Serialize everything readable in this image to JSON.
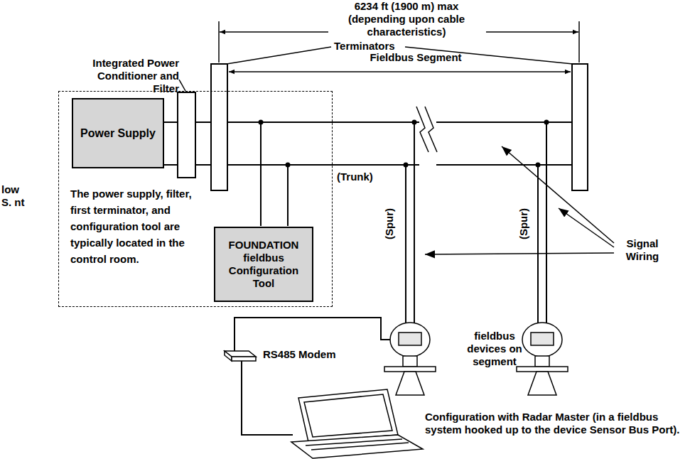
{
  "diagram": {
    "nodes": [
      {
        "text": [
          "The power supply, filter, first terminator, and configuration tool are typically located in the control room."
        ]
      },
      {
        "text": [
          "Power Supply"
        ],
        "in": 0
      },
      {
        "text": [
          "FOUNDATION fieldbus Configuration Tool"
        ],
        "in": 0
      }
    ],
    "labels": [
      "6234 ft (1900 m) max (depending upon cable characteristics)",
      "Integrated Power Conditioner and Filter",
      "Terminators",
      "Fieldbus Segment",
      "(Trunk)",
      "(Spur)",
      "(Spur)",
      "Signal Wiring",
      "fieldbus devices on segment",
      "RS485 Modem",
      "Configuration with Radar Master (in a fieldbus system hooked up to the device Sensor Bus Port).",
      "low S. nt"
    ]
  }
}
